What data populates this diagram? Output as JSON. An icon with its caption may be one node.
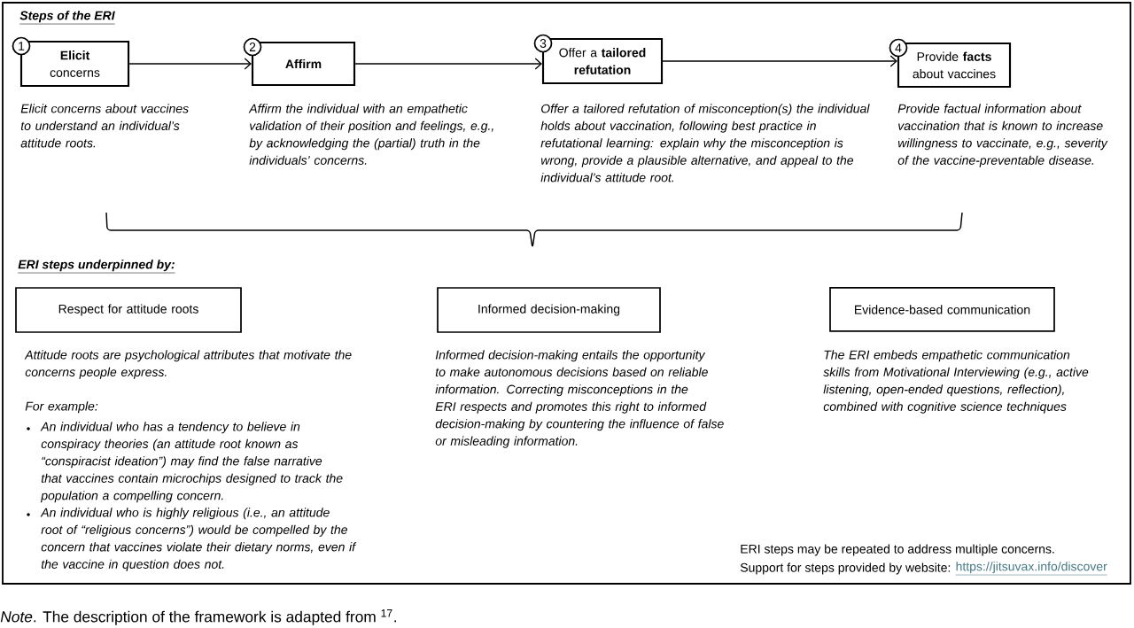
{
  "diagram": {
    "title": "Steps of the ERI",
    "caption": "*Note*. The description of the framework is adapted from $^{17}$.",
    "nodes": [
      {
        "text": [
          "1",
          "**Elicit** concerns"
        ],
        "beside": [
          "Elicit concerns about vaccines to understand an individual’s attitude roots."
        ]
      },
      {
        "text": [
          "2",
          "Affirm"
        ],
        "beside": [
          "Affirm the individual with an empathetic validation of their position and feelings, e.g., by acknowledging the (partial) truth in the individuals’ concerns."
        ]
      },
      {
        "text": [
          "3",
          "Offer a **tailored refutation**"
        ],
        "beside": [
          "Offer a tailored refutation of misconception(s) the individual holds about vaccination, following best practice in refutational learning: explain why the misconception is wrong, provide a plausible alternative, and appeal to the individual’s attitude root."
        ]
      },
      {
        "text": [
          "4",
          "Provide **facts** about vaccines"
        ],
        "beside": [
          "Provide factual information about vaccination that is known to increase willingness to vaccinate, e.g., severity of the vaccine-preventable disease."
        ]
      },
      {
        "text": [
          "Respect for attitude roots"
        ],
        "beside": [
          "Attitude roots are psychological attributes that motivate the concerns people express.",
          "For example:",
          "An individual who has a tendency to believe in conspiracy theories (an attitude root known as “conspiracist ideation”) may find the false narrative that vaccines contain microchips designed to track the population a compelling concern.",
          "An individual who is highly religious (i.e., an attitude root of “religious concerns”) would be compelled by the concern that vaccines violate their dietary norms, even if the vaccine in question does not."
        ]
      },
      {
        "text": [
          "Informed decision-making"
        ],
        "beside": [
          "Informed decision-making entails the opportunity to make autonomous decisions based on reliable information. Correcting misconceptions in the ERI respects and promotes this right to informed decision-making by countering the influence of false or misleading information."
        ]
      },
      {
        "text": [
          "Evidence-based communication"
        ],
        "beside": [
          "The ERI embeds empathetic communication skills from Motivational Interviewing (e.g., active listening, open-ended questions, reflection), combined with cognitive science techniques"
        ]
      }
    ],
    "edges": [
      {
        "from": 0,
        "to": 1,
        "arrow": "to"
      },
      {
        "from": 1,
        "to": 2,
        "arrow": "to"
      },
      {
        "from": 2,
        "to": 3,
        "arrow": "to"
      }
    ],
    "labels": [
      "ERI steps underpinned by:",
      "ERI steps may be repeated to address multiple concerns.",
      "Support for steps provided by website:",
      "https://jitsuvax.info/discover"
    ]
  }
}
